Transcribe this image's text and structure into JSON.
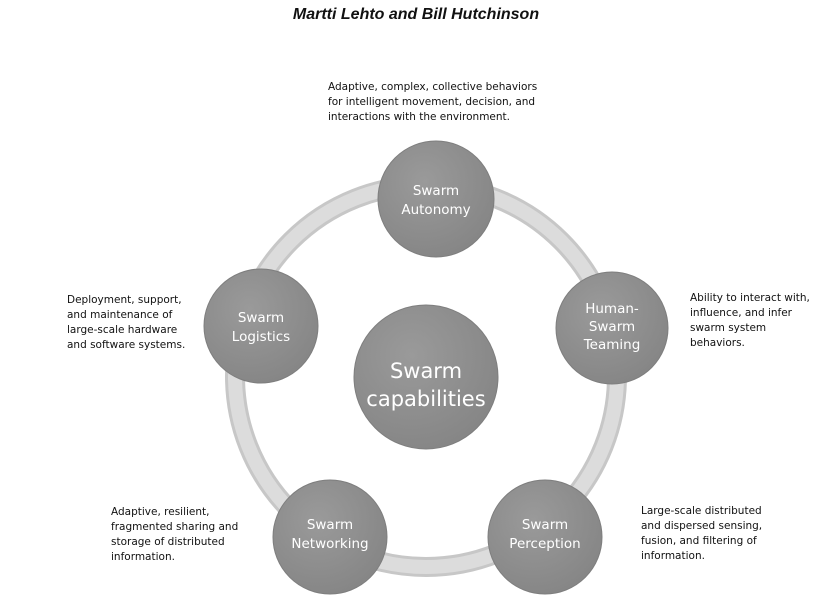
{
  "header": {
    "authors": "Martti Lehto and Bill Hutchinson"
  },
  "center": {
    "line1": "Swarm",
    "line2": "capabilities"
  },
  "nodes": [
    {
      "key": "autonomy",
      "lines": [
        "Swarm",
        "Autonomy"
      ],
      "description": "Adaptive, complex, collective behaviors\nfor intelligent movement, decision, and\ninteractions with the environment."
    },
    {
      "key": "teaming",
      "lines": [
        "Human-",
        "Swarm",
        "Teaming"
      ],
      "description": "Ability to interact with,\ninfluence, and infer\nswarm system\nbehaviors."
    },
    {
      "key": "perception",
      "lines": [
        "Swarm",
        "Perception"
      ],
      "description": "Large-scale distributed\nand dispersed sensing,\nfusion, and filtering of\ninformation."
    },
    {
      "key": "networking",
      "lines": [
        "Swarm",
        "Networking"
      ],
      "description": "Adaptive, resilient,\nfragmented sharing and\nstorage of distributed\ninformation."
    },
    {
      "key": "logistics",
      "lines": [
        "Swarm",
        "Logistics"
      ],
      "description": "Deployment, support,\nand maintenance of\nlarge-scale hardware\nand software systems."
    }
  ],
  "colors": {
    "ring": "#d6d6d6",
    "ring_edge": "#c4c4c4",
    "circle": "#8c8c8c",
    "circle_edge": "#7d7d7d"
  }
}
